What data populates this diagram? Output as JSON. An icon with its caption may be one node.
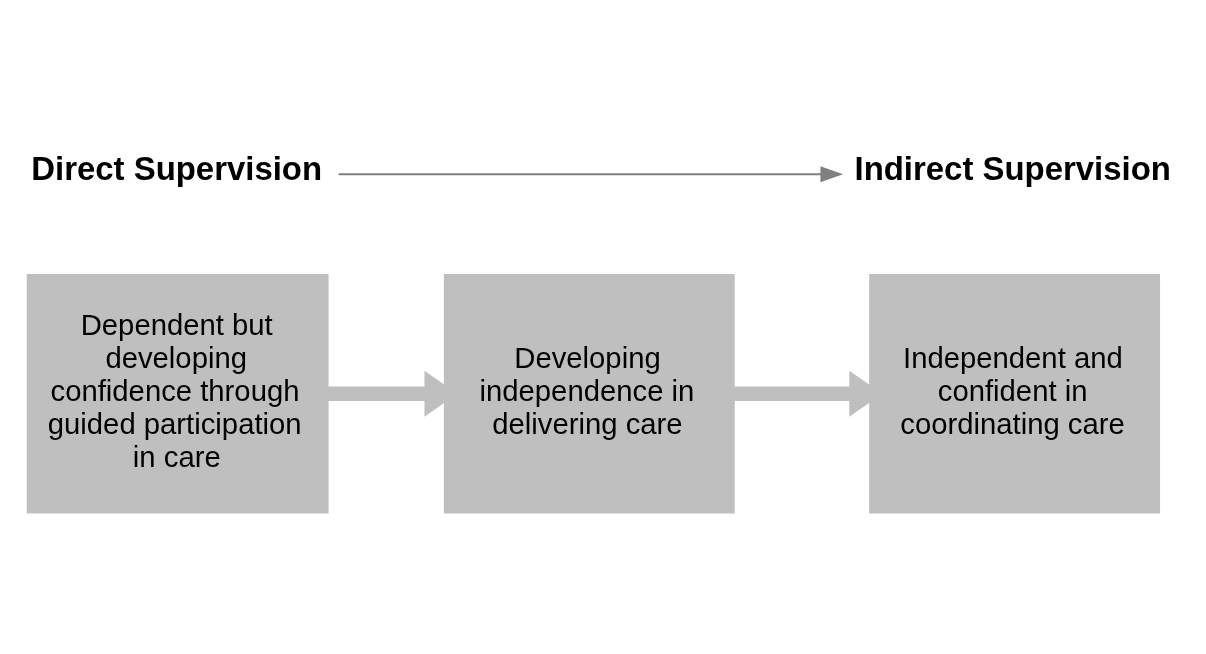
{
  "diagram": {
    "nodes": [
      {
        "text": [
          "Dependent but developing confidence through guided participation in care"
        ]
      },
      {
        "text": [
          "Developing independence in delivering care"
        ]
      },
      {
        "text": [
          "Independent and confident in coordinating care"
        ]
      },
      {
        "text": [
          "Direct Supervision"
        ]
      },
      {
        "text": [
          "Indirect Supervision"
        ]
      }
    ],
    "edges": [
      {
        "from": 0,
        "to": 1,
        "arrow": "to"
      },
      {
        "from": 1,
        "to": 2,
        "arrow": "to"
      },
      {
        "from": 3,
        "to": 4,
        "arrow": "to",
        "color": "#808080"
      }
    ]
  }
}
